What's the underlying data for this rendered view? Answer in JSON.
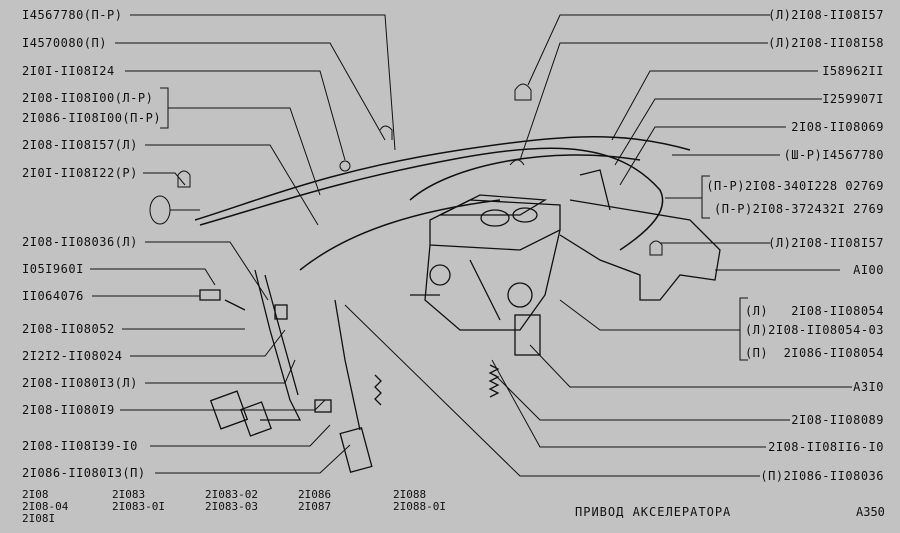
{
  "left_labels": [
    "I4567780(П-Р)",
    "I4570080(П)",
    "2I0I-II08I24",
    "2I08-II08I00(Л-Р)",
    "2I086-II08I00(П-Р)",
    "2I08-II08I57(Л)",
    "2I0I-II08I22(Р)",
    "2I08-II08036(Л)",
    "I05I960I",
    "II064076",
    "2I08-II08052",
    "2I2I2-II08024",
    "2I08-II080I3(Л)",
    "2I08-II080I9",
    "2I08-II08I39-I0",
    "2I086-II080I3(П)"
  ],
  "right_labels": [
    "(Л)2I08-II08I57",
    "(Л)2I08-II08I58",
    "I58962II",
    "I259907I",
    "2I08-II08069",
    "(Ш-Р)I4567780",
    "(П-Р)2I08-340I228 02769",
    "(П-Р)2I08-372432I   2769",
    "(Л)2I08-II08I57",
    "AI00",
    "(Л)   2I08-II08054",
    "(Л)2I08-II08054-03",
    "(П)  2I086-II08054",
    "A3I0",
    "2I08-II08089",
    "2I08-II08II6-I0",
    "(П)2I086-II08036"
  ],
  "models": [
    [
      "2I08",
      "2I08-04",
      "2I08I"
    ],
    [
      "2I083",
      "2I083-0I"
    ],
    [
      "2I083-02",
      "2I083-03"
    ],
    [
      "2I086",
      "2I087"
    ],
    [
      "2I088",
      "2I088-0I"
    ]
  ],
  "title": "ПРИВОД АКСЕЛЕРАТОРА",
  "page_code": "A350"
}
